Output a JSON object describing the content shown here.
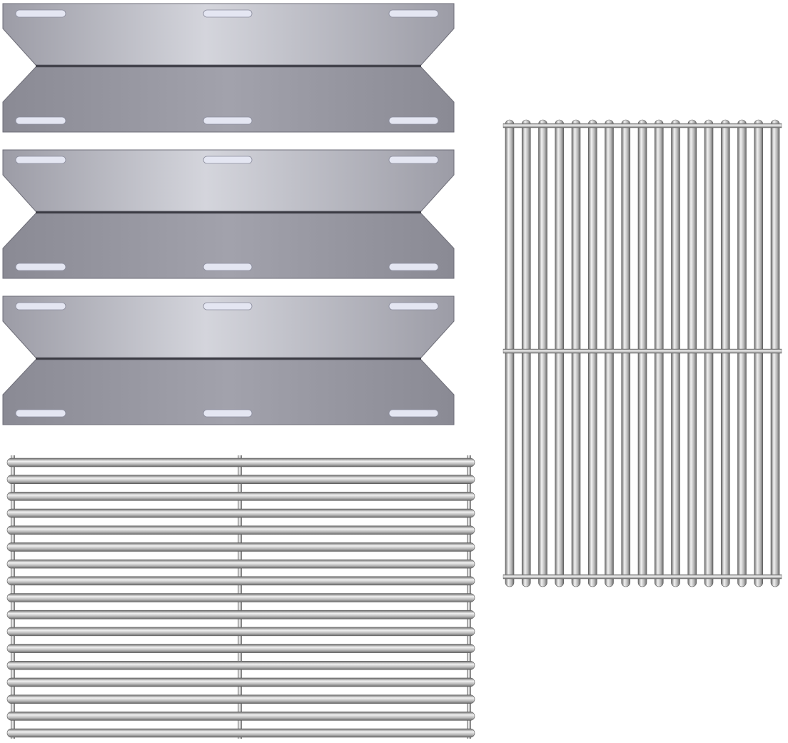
{
  "scene": {
    "background": "#ffffff",
    "items": [
      "heat-plate",
      "heat-plate",
      "heat-plate",
      "cooking-grate-horizontal",
      "cooking-grate-vertical"
    ]
  },
  "heat_plates": {
    "count": 3,
    "slots_per_face": 3,
    "colors": {
      "top_light": "#d4d5dc",
      "top_dark": "#9c9ca6",
      "bottom_light": "#a2a2ac",
      "bottom_dark": "#8a8a94",
      "slot": "#e4e6f2",
      "edge": "#6e6e78"
    }
  },
  "grates": {
    "horizontal_grate_bars": 17,
    "vertical_grate_bars": 17,
    "cross_rods": 3,
    "colors": {
      "bar_light": "#f2f2f2",
      "bar_mid": "#b8b8b8",
      "bar_dark": "#6a6a6a"
    }
  }
}
